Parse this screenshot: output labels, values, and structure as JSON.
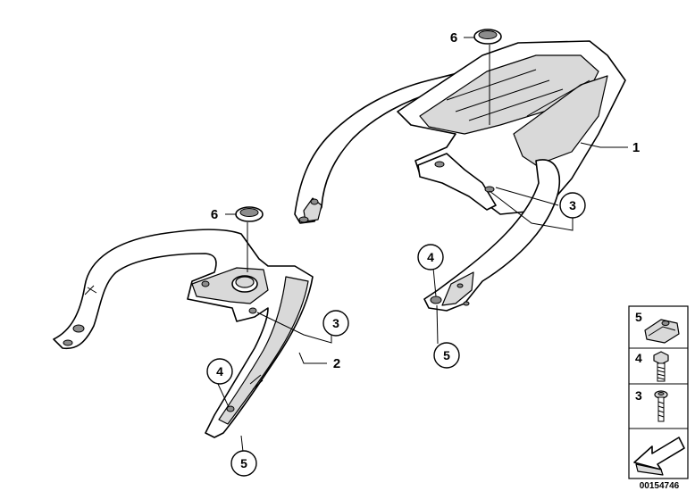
{
  "callouts": {
    "c1": "1",
    "c2": "2",
    "c3a": "3",
    "c3b": "3",
    "c4a": "4",
    "c4b": "4",
    "c5a": "5",
    "c5b": "5",
    "c6a": "6",
    "c6b": "6"
  },
  "legend": {
    "item5": "5",
    "item4": "4",
    "item3": "3"
  },
  "diagram_id": "00154746",
  "icons": {
    "clip-nut": "clip-nut-icon",
    "hex-bolt": "hex-bolt-icon",
    "screw": "screw-icon",
    "arrow": "arrow-icon"
  }
}
